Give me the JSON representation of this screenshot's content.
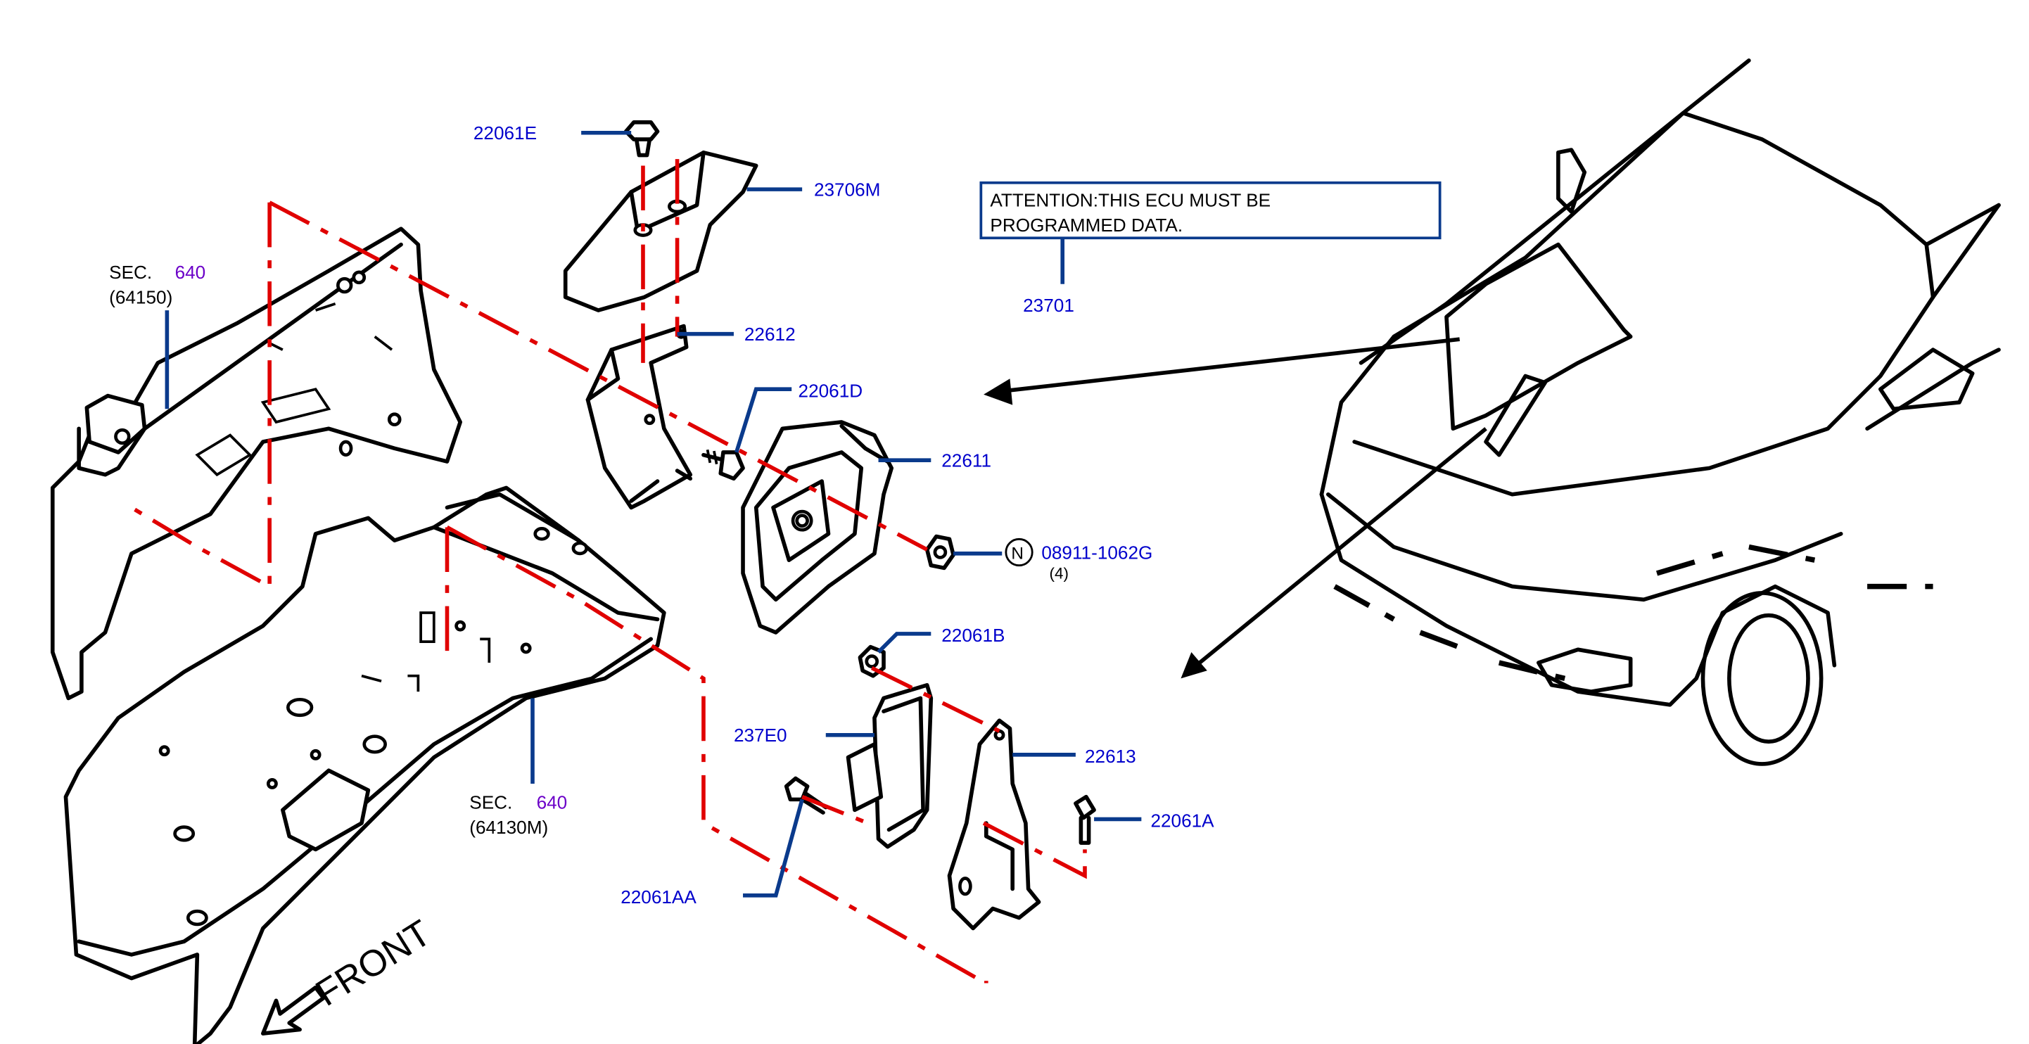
{
  "diagram": {
    "diagram_id": "J22602AX",
    "attention_box": {
      "line1": "ATTENTION:THIS  ECU  MUST  BE",
      "line2": "PROGRAMMED  DATA.",
      "part_no": "23701"
    },
    "section_refs": [
      {
        "prefix": "SEC.",
        "number": "640",
        "sub": "(64150)"
      },
      {
        "prefix": "SEC.",
        "number": "640",
        "sub": "(64130M)"
      }
    ],
    "parts": [
      {
        "id": "22061E",
        "label": "22061E"
      },
      {
        "id": "23706M",
        "label": "23706M"
      },
      {
        "id": "22612",
        "label": "22612"
      },
      {
        "id": "22061D",
        "label": "22061D"
      },
      {
        "id": "22611",
        "label": "22611"
      },
      {
        "id": "08911",
        "label": "08911-1062G",
        "symbol": "N",
        "qty": "(4)"
      },
      {
        "id": "22061B",
        "label": "22061B"
      },
      {
        "id": "237E0",
        "label": "237E0"
      },
      {
        "id": "22613",
        "label": "22613"
      },
      {
        "id": "22061A",
        "label": "22061A"
      },
      {
        "id": "22061AA",
        "label": "22061AA"
      }
    ],
    "front_label": "FRONT"
  }
}
